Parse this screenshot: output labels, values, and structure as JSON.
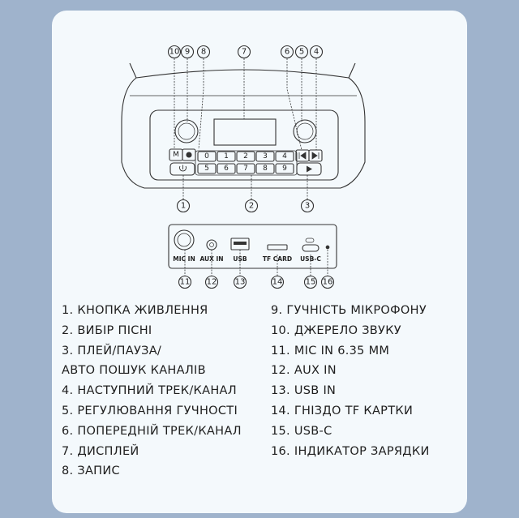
{
  "callouts": {
    "c1": "1",
    "c2": "2",
    "c3": "3",
    "c4": "4",
    "c5": "5",
    "c6": "6",
    "c7": "7",
    "c8": "8",
    "c9": "9",
    "c10": "10",
    "c11": "11",
    "c12": "12",
    "c13": "13",
    "c14": "14",
    "c15": "15",
    "c16": "16"
  },
  "panel": {
    "mode_key": "M",
    "digits": [
      "0",
      "1",
      "2",
      "3",
      "4",
      "5",
      "6",
      "7",
      "8",
      "9"
    ]
  },
  "ports": {
    "mic": "MIC IN",
    "aux": "AUX IN",
    "usb": "USB",
    "tf": "TF CARD",
    "usbc": "USB-C"
  },
  "legend_left": [
    "1. КНОПКА ЖИВЛЕННЯ",
    "2. ВИБІР ПІСНІ",
    "3. ПЛЕЙ/ПАУЗА/",
    "АВТО ПОШУК КАНАЛІВ",
    "4. НАСТУПНИЙ ТРЕК/КАНАЛ",
    "5. РЕГУЛЮВАННЯ ГУЧНОСТІ",
    "6. ПОПЕРЕДНІЙ ТРЕК/КАНАЛ",
    "7. ДИСПЛЕЙ",
    "8. ЗАПИС"
  ],
  "legend_right": [
    "9. ГУЧНІСТЬ МІКРОФОНУ",
    "10. ДЖЕРЕЛО ЗВУКУ",
    "11. MIC IN 6.35 ММ",
    "12. AUX IN",
    "13. USB IN",
    "14. ГНІЗДО TF КАРТКИ",
    "15. USB-C",
    "16. ІНДИКАТОР ЗАРЯДКИ"
  ]
}
